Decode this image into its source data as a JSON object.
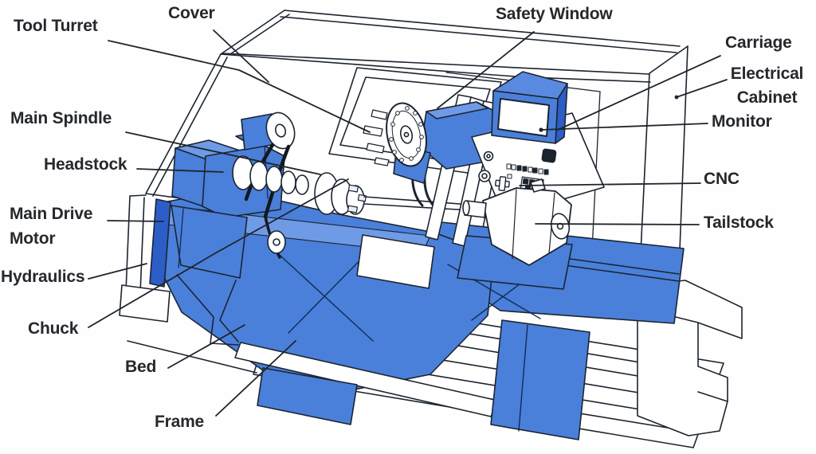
{
  "figure": {
    "type": "labeled-diagram",
    "subject": "CNC lathe machine with labeled parts"
  },
  "colors": {
    "background": "#fefefe",
    "machine_blue": "#4a80da",
    "machine_blue_dark": "#2d5dc6",
    "machine_blue_light": "#6f9ae6",
    "machine_blue_top": "#5a8ae0",
    "line": "#1c2430",
    "label_text": "#25282c"
  },
  "labels": [
    {
      "id": "tool-turret",
      "text": "Tool Turret"
    },
    {
      "id": "cover",
      "text": "Cover"
    },
    {
      "id": "safety-window",
      "text": "Safety Window"
    },
    {
      "id": "carriage",
      "text": "Carriage"
    },
    {
      "id": "electrical-cabinet",
      "text": "Electrical Cabinet"
    },
    {
      "id": "monitor",
      "text": "Monitor"
    },
    {
      "id": "cnc",
      "text": "CNC"
    },
    {
      "id": "tailstock",
      "text": "Tailstock"
    },
    {
      "id": "main-spindle",
      "text": "Main Spindle"
    },
    {
      "id": "headstock",
      "text": "Headstock"
    },
    {
      "id": "main-drive-motor",
      "text": "Main Drive Motor"
    },
    {
      "id": "hydraulics",
      "text": "Hydraulics"
    },
    {
      "id": "chuck",
      "text": "Chuck"
    },
    {
      "id": "bed",
      "text": "Bed"
    },
    {
      "id": "frame",
      "text": "Frame"
    }
  ]
}
